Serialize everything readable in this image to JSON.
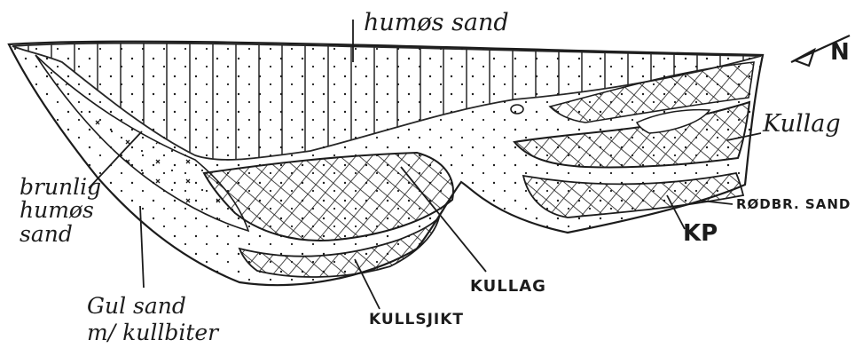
{
  "labels": {
    "humus_sand": "humøs sand",
    "north": "N",
    "kullag_right": "Kullag",
    "brunlig_line1": "brunlig",
    "brunlig_line2": "humøs",
    "brunlig_line3": "sand",
    "rodbr_sand": "RØDBR. SAND",
    "kp": "KP",
    "kullag_mid": "KULLAG",
    "kullsjikt": "KULLSJIKT",
    "gul_line1": "Gul sand",
    "gul_line2": "m/ kullbiter"
  },
  "colors": {
    "ink": "#1c1c1c",
    "paper": "#ffffff"
  },
  "icons": {
    "north_arrow": "north-arrow-icon"
  }
}
